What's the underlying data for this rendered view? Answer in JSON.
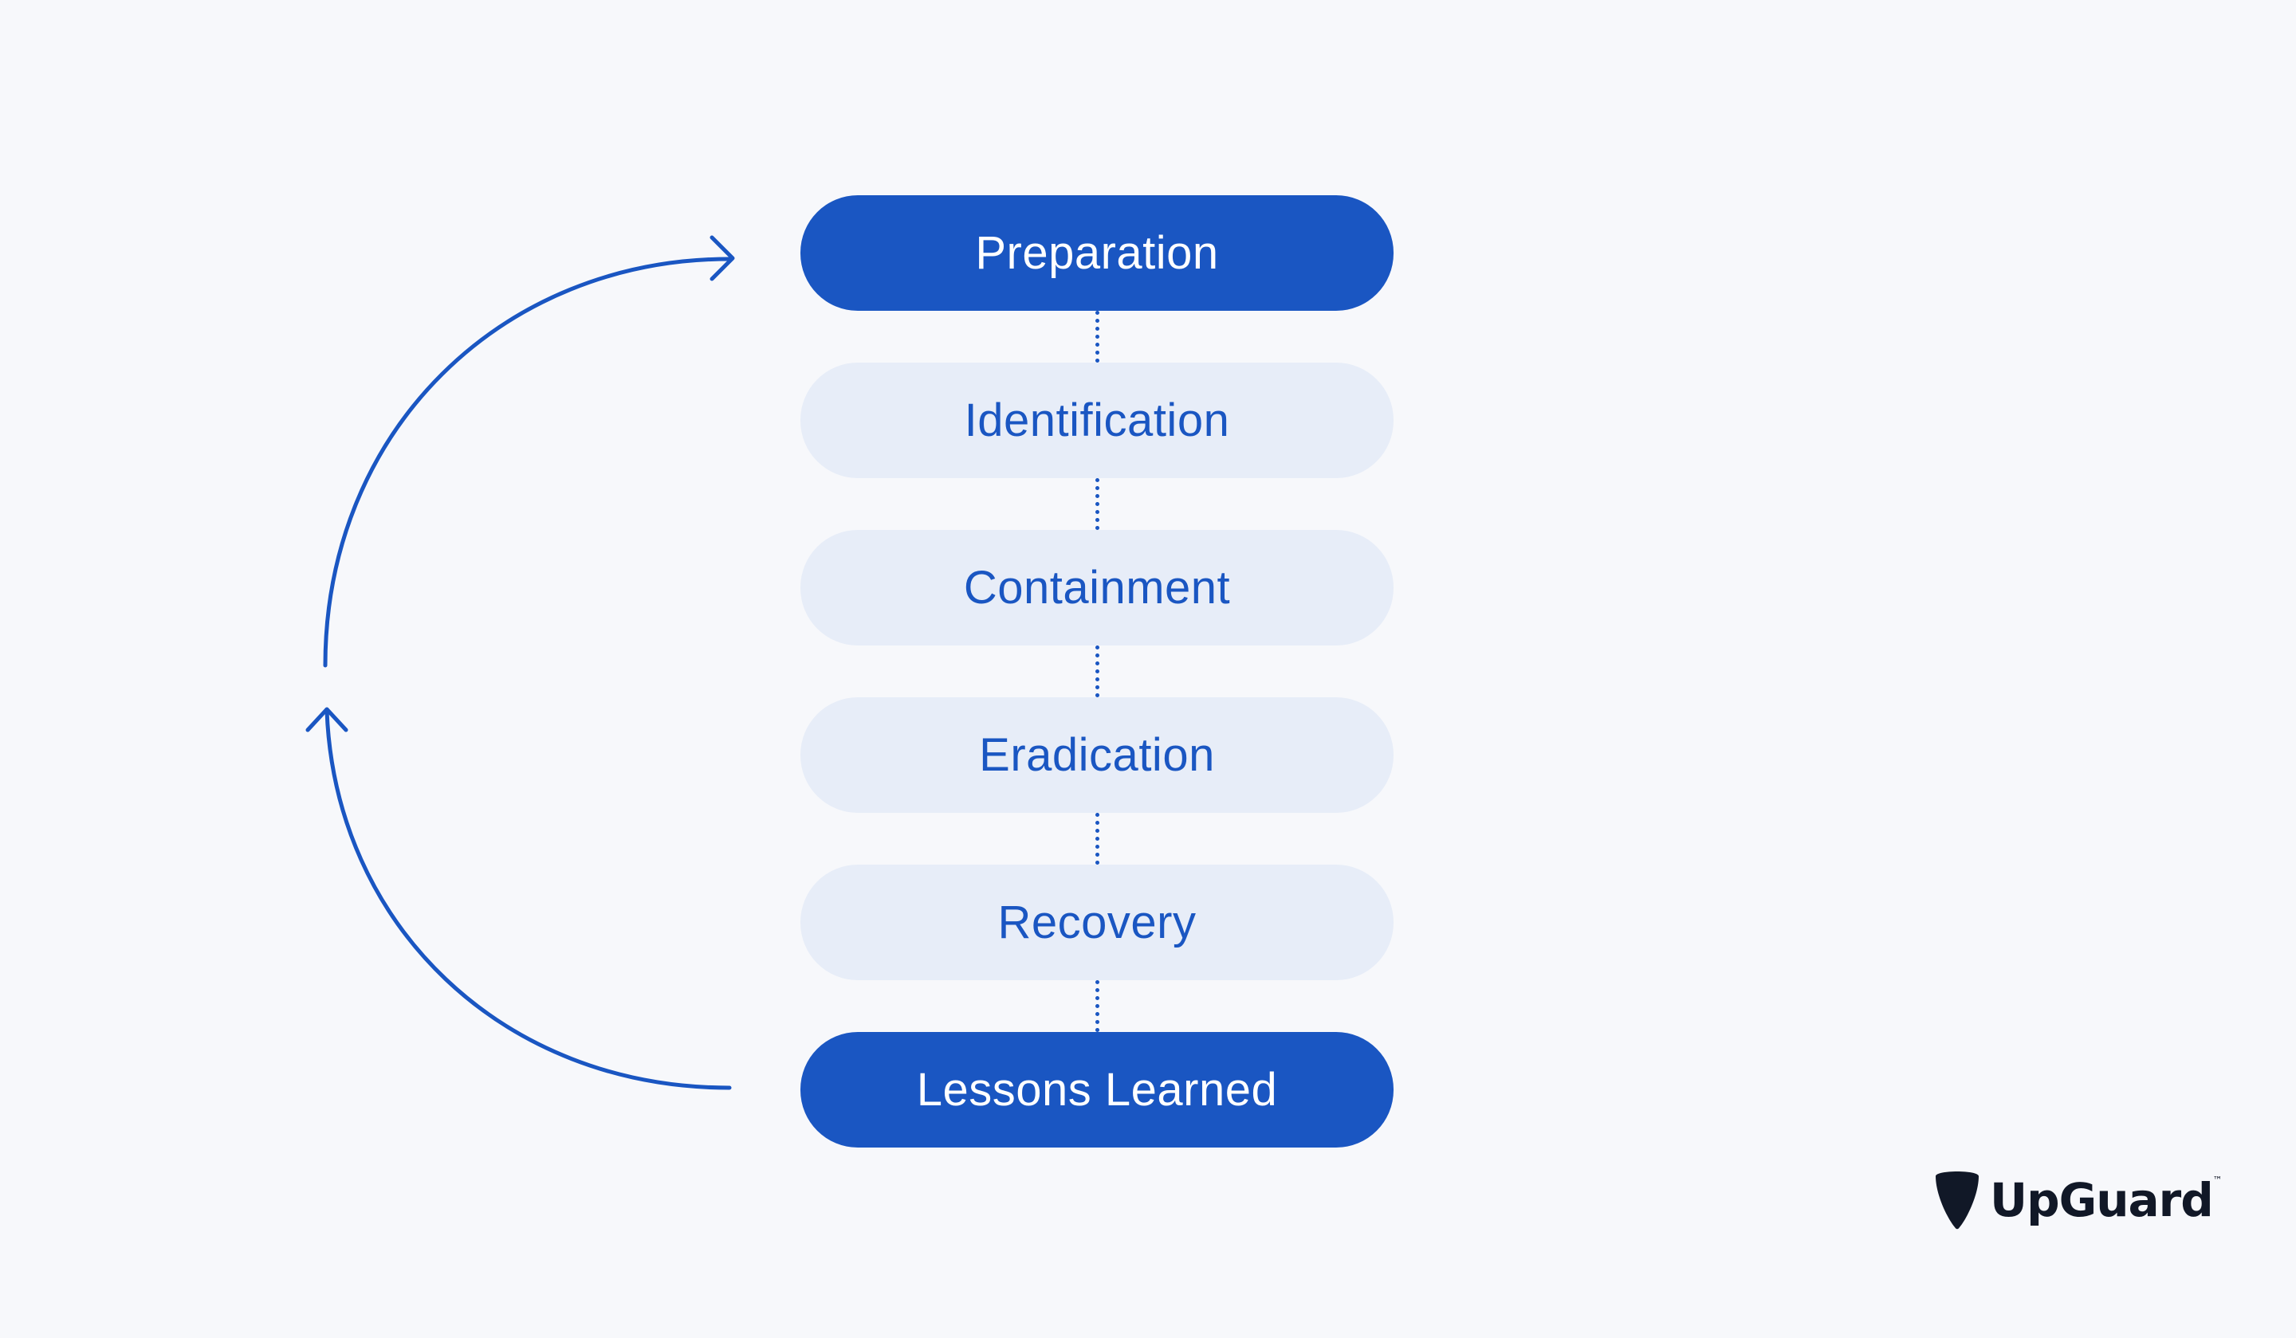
{
  "steps": [
    {
      "label": "Preparation",
      "style": "primary"
    },
    {
      "label": "Identification",
      "style": "secondary"
    },
    {
      "label": "Containment",
      "style": "secondary"
    },
    {
      "label": "Eradication",
      "style": "secondary"
    },
    {
      "label": "Recovery",
      "style": "secondary"
    },
    {
      "label": "Lessons Learned",
      "style": "primary"
    }
  ],
  "logo": {
    "name": "UpGuard",
    "trademark": "™"
  },
  "colors": {
    "accent": "#1a56c2",
    "pill_light": "#e7edf8",
    "background": "#f7f8fb",
    "logo": "#111827"
  }
}
